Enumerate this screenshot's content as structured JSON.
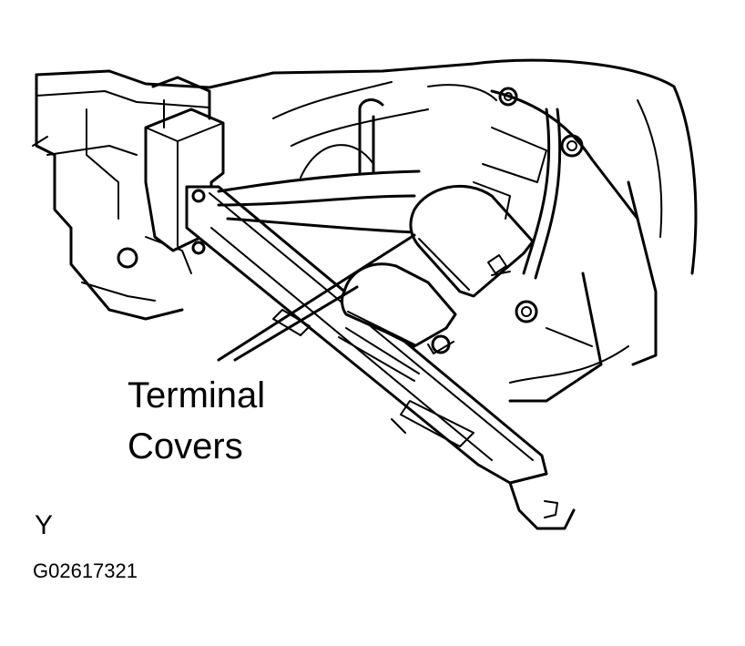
{
  "figure": {
    "callout_line1": "Terminal",
    "callout_line2": "Covers",
    "view_letter": "Y",
    "figure_code": "G02617321"
  },
  "colors": {
    "ink": "#000000",
    "paper": "#ffffff"
  }
}
